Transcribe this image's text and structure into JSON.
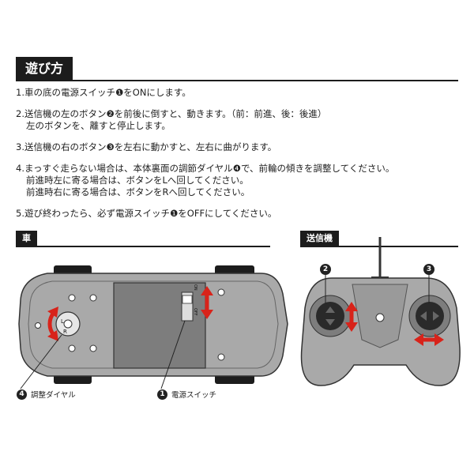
{
  "title": "遊び方",
  "steps": [
    {
      "lines": [
        "1.車の底の電源スイッチ❶をONにします。"
      ]
    },
    {
      "lines": [
        "2.送信機の左のボタン❷を前後に倒すと、動きます。（前：前進、後：後進）",
        "左のボタンを、離すと停止します。"
      ]
    },
    {
      "lines": [
        "3.送信機の右のボタン❸を左右に動かすと、左右に曲がります。"
      ]
    },
    {
      "lines": [
        "4.まっすぐ走らない場合は、本体裏面の調節ダイヤル❹で、前輪の傾きを調整してください。",
        "前進時左に寄る場合は、ボタンをLへ回してください。",
        "前進時右に寄る場合は、ボタンをRへ回してください。"
      ]
    },
    {
      "lines": [
        "5.遊び終わったら、必ず電源スイッチ❶をOFFにしてください。"
      ]
    }
  ],
  "car_section": {
    "heading": "車",
    "dial_label": "調整ダイヤル",
    "dial_number": "4",
    "switch_label": "電源スイッチ",
    "switch_number": "1",
    "switch_on": "ON",
    "switch_off": "OFF",
    "dial_left": "L",
    "dial_right": "R"
  },
  "transmitter_section": {
    "heading": "送信機",
    "left_button_number": "2",
    "right_button_number": "3"
  },
  "colors": {
    "dark": "#1c1c1c",
    "body_gray": "#a9a9a9",
    "panel_gray": "#7d7d7d",
    "arrow_red": "#d8231a"
  }
}
